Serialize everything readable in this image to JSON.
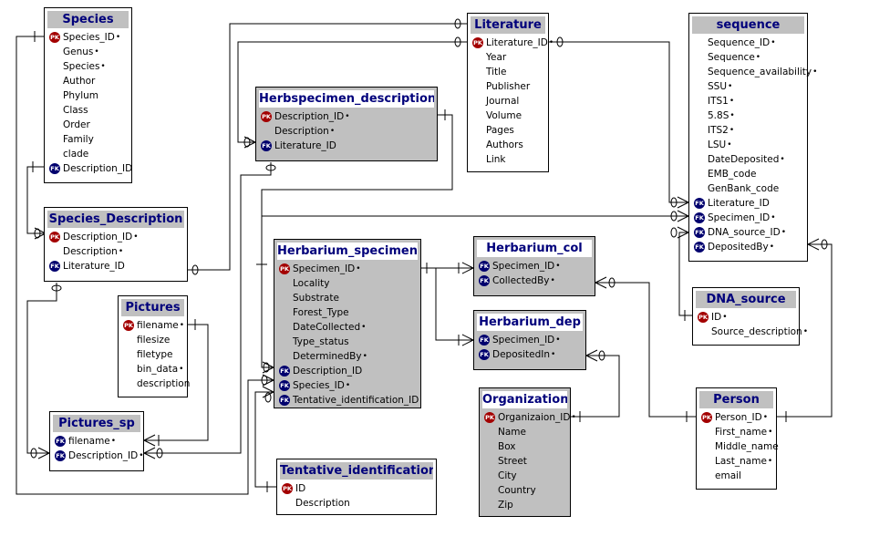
{
  "entities": [
    {
      "id": "species",
      "title": "Species",
      "style": "white",
      "fields": [
        {
          "name": "Species_ID",
          "key": "PK",
          "req": true
        },
        {
          "name": "Genus",
          "key": "",
          "req": true
        },
        {
          "name": "Species",
          "key": "",
          "req": true
        },
        {
          "name": "Author",
          "key": "",
          "req": false
        },
        {
          "name": "Phylum",
          "key": "",
          "req": false
        },
        {
          "name": "Class",
          "key": "",
          "req": false
        },
        {
          "name": "Order",
          "key": "",
          "req": false
        },
        {
          "name": "Family",
          "key": "",
          "req": false
        },
        {
          "name": "clade",
          "key": "",
          "req": false
        },
        {
          "name": "Description_ID",
          "key": "FK",
          "req": false
        }
      ]
    },
    {
      "id": "species-description",
      "title": "Species_Description",
      "style": "white",
      "fields": [
        {
          "name": "Description_ID",
          "key": "PK",
          "req": true
        },
        {
          "name": "Description",
          "key": "",
          "req": true
        },
        {
          "name": "Literature_ID",
          "key": "FK",
          "req": false
        }
      ]
    },
    {
      "id": "pictures",
      "title": "Pictures",
      "style": "white",
      "fields": [
        {
          "name": "filename",
          "key": "PK",
          "req": true
        },
        {
          "name": "filesize",
          "key": "",
          "req": false
        },
        {
          "name": "filetype",
          "key": "",
          "req": false
        },
        {
          "name": "bin_data",
          "key": "",
          "req": true
        },
        {
          "name": "description",
          "key": "",
          "req": false
        }
      ]
    },
    {
      "id": "pictures-sp",
      "title": "Pictures_sp",
      "style": "white",
      "fields": [
        {
          "name": "filename",
          "key": "FK",
          "req": true
        },
        {
          "name": "Description_ID",
          "key": "FK",
          "req": true
        }
      ]
    },
    {
      "id": "herbspecimen-description",
      "title": "Herbspecimen_description",
      "style": "gray",
      "fields": [
        {
          "name": "Description_ID",
          "key": "PK",
          "req": true
        },
        {
          "name": "Description",
          "key": "",
          "req": true
        },
        {
          "name": "Literature_ID",
          "key": "FK",
          "req": false
        }
      ]
    },
    {
      "id": "literature",
      "title": "Literature",
      "style": "white",
      "fields": [
        {
          "name": "Literature_ID",
          "key": "PK",
          "req": true
        },
        {
          "name": "Year",
          "key": "",
          "req": false
        },
        {
          "name": "Title",
          "key": "",
          "req": false
        },
        {
          "name": "Publisher",
          "key": "",
          "req": false
        },
        {
          "name": "Journal",
          "key": "",
          "req": false
        },
        {
          "name": "Volume",
          "key": "",
          "req": false
        },
        {
          "name": "Pages",
          "key": "",
          "req": false
        },
        {
          "name": "Authors",
          "key": "",
          "req": false
        },
        {
          "name": "Link",
          "key": "",
          "req": false
        }
      ]
    },
    {
      "id": "herbarium-specimen",
      "title": "Herbarium_specimen",
      "style": "gray",
      "fields": [
        {
          "name": "Specimen_ID",
          "key": "PK",
          "req": true
        },
        {
          "name": "Locality",
          "key": "",
          "req": false
        },
        {
          "name": "Substrate",
          "key": "",
          "req": false
        },
        {
          "name": "Forest_Type",
          "key": "",
          "req": false
        },
        {
          "name": "DateCollected",
          "key": "",
          "req": true
        },
        {
          "name": "Type_status",
          "key": "",
          "req": false
        },
        {
          "name": "DeterminedBy",
          "key": "",
          "req": true
        },
        {
          "name": "Description_ID",
          "key": "FK",
          "req": false
        },
        {
          "name": "Species_ID",
          "key": "FK",
          "req": true
        },
        {
          "name": "Tentative_identification_ID",
          "key": "FK",
          "req": false
        }
      ]
    },
    {
      "id": "herbarium-col",
      "title": "Herbarium_col",
      "style": "gray",
      "fields": [
        {
          "name": "Specimen_ID",
          "key": "FK",
          "req": true
        },
        {
          "name": "CollectedBy",
          "key": "FK",
          "req": true
        }
      ]
    },
    {
      "id": "herbarium-dep",
      "title": "Herbarium_dep",
      "style": "gray",
      "fields": [
        {
          "name": "Specimen_ID",
          "key": "FK",
          "req": true
        },
        {
          "name": "DepositedIn",
          "key": "FK",
          "req": true
        }
      ]
    },
    {
      "id": "organization",
      "title": "Organization",
      "style": "gray",
      "fields": [
        {
          "name": "Organizaion_ID",
          "key": "PK",
          "req": true
        },
        {
          "name": "Name",
          "key": "",
          "req": false
        },
        {
          "name": "Box",
          "key": "",
          "req": false
        },
        {
          "name": "Street",
          "key": "",
          "req": false
        },
        {
          "name": "City",
          "key": "",
          "req": false
        },
        {
          "name": "Country",
          "key": "",
          "req": false
        },
        {
          "name": "Zip",
          "key": "",
          "req": false
        }
      ]
    },
    {
      "id": "tentative-identification",
      "title": "Tentative_identification",
      "style": "white",
      "fields": [
        {
          "name": "ID",
          "key": "PK",
          "req": false
        },
        {
          "name": "Description",
          "key": "",
          "req": false
        }
      ]
    },
    {
      "id": "sequence",
      "title": "sequence",
      "style": "white",
      "fields": [
        {
          "name": "Sequence_ID",
          "key": "",
          "req": true
        },
        {
          "name": "Sequence",
          "key": "",
          "req": true
        },
        {
          "name": "Sequence_availability",
          "key": "",
          "req": true
        },
        {
          "name": "SSU",
          "key": "",
          "req": true
        },
        {
          "name": "ITS1",
          "key": "",
          "req": true
        },
        {
          "name": "5.8S",
          "key": "",
          "req": true
        },
        {
          "name": "ITS2",
          "key": "",
          "req": true
        },
        {
          "name": "LSU",
          "key": "",
          "req": true
        },
        {
          "name": "DateDeposited",
          "key": "",
          "req": true
        },
        {
          "name": "EMB_code",
          "key": "",
          "req": false
        },
        {
          "name": "GenBank_code",
          "key": "",
          "req": false
        },
        {
          "name": "Literature_ID",
          "key": "FK",
          "req": false
        },
        {
          "name": "Specimen_ID",
          "key": "FK",
          "req": true
        },
        {
          "name": "DNA_source_ID",
          "key": "FK",
          "req": true
        },
        {
          "name": "DepositedBy",
          "key": "FK",
          "req": true
        }
      ]
    },
    {
      "id": "dna-source",
      "title": "DNA_source",
      "style": "white",
      "fields": [
        {
          "name": "ID",
          "key": "PK",
          "req": true
        },
        {
          "name": "Source_description",
          "key": "",
          "req": true
        }
      ]
    },
    {
      "id": "person",
      "title": "Person",
      "style": "white",
      "fields": [
        {
          "name": "Person_ID",
          "key": "PK",
          "req": true
        },
        {
          "name": "First_name",
          "key": "",
          "req": true
        },
        {
          "name": "Middle_name",
          "key": "",
          "req": false
        },
        {
          "name": "Last_name",
          "key": "",
          "req": true
        },
        {
          "name": "email",
          "key": "",
          "req": false
        }
      ]
    }
  ],
  "relationships": [
    {
      "id": "species-to-herbarium-specimen",
      "from": "Species",
      "to": "Herbarium_specimen"
    },
    {
      "id": "species-description-to-species",
      "from": "Species_Description",
      "to": "Species"
    },
    {
      "id": "literature-to-species-description",
      "from": "Literature",
      "to": "Species_Description"
    },
    {
      "id": "literature-to-herbspecimen-description",
      "from": "Literature",
      "to": "Herbspecimen_description"
    },
    {
      "id": "literature-to-sequence",
      "from": "Literature",
      "to": "sequence"
    },
    {
      "id": "species-description-to-pictures-sp",
      "from": "Species_Description",
      "to": "Pictures_sp"
    },
    {
      "id": "pictures-to-pictures-sp",
      "from": "Pictures",
      "to": "Pictures_sp"
    },
    {
      "id": "herbspecimen-description-to-herbarium-specimen",
      "from": "Herbspecimen_description",
      "to": "Herbarium_specimen"
    },
    {
      "id": "herbspecimen-description-to-pictures-sp",
      "from": "Herbspecimen_description",
      "to": "Pictures_sp"
    },
    {
      "id": "herbarium-specimen-to-herbarium-col",
      "from": "Herbarium_specimen",
      "to": "Herbarium_col"
    },
    {
      "id": "herbarium-specimen-to-herbarium-dep",
      "from": "Herbarium_specimen",
      "to": "Herbarium_dep"
    },
    {
      "id": "herbarium-specimen-to-sequence",
      "from": "Herbarium_specimen",
      "to": "sequence"
    },
    {
      "id": "tentative-identification-to-herbarium-specimen",
      "from": "Tentative_identification",
      "to": "Herbarium_specimen"
    },
    {
      "id": "organization-to-herbarium-dep",
      "from": "Organization",
      "to": "Herbarium_dep"
    },
    {
      "id": "person-to-herbarium-col",
      "from": "Person",
      "to": "Herbarium_col"
    },
    {
      "id": "person-to-sequence",
      "from": "Person",
      "to": "sequence"
    },
    {
      "id": "dna-source-to-sequence",
      "from": "DNA_source",
      "to": "sequence"
    }
  ]
}
